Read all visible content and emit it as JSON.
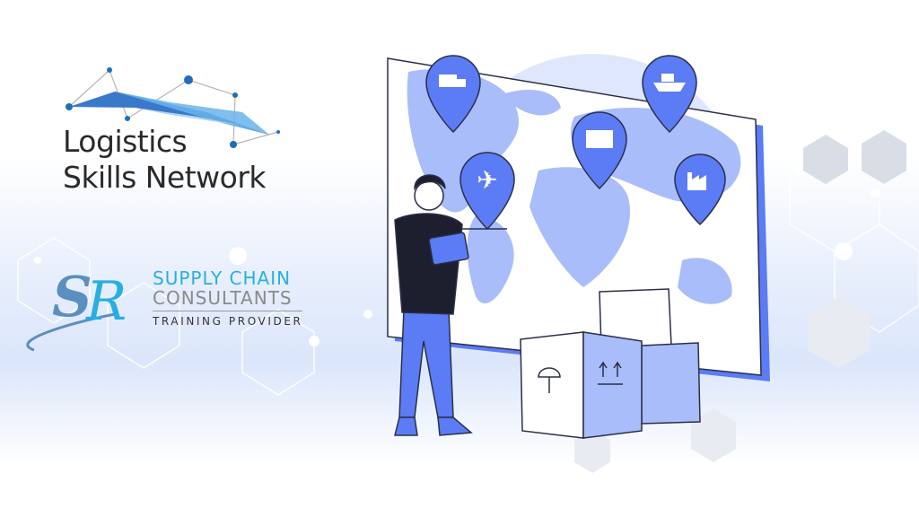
{
  "logo_lsn": {
    "line1": "Logistics",
    "line2": "Skills Network"
  },
  "logo_scc": {
    "monogram": "SR",
    "line1": "SUPPLY CHAIN",
    "line2": "CONSULTANTS",
    "line3": "TRAINING PROVIDER"
  },
  "colors": {
    "primary": "#5b7cf5",
    "light": "#a8bdf9",
    "pale": "#dfe7fd",
    "brand_cyan": "#27aee3"
  },
  "pins": [
    "truck-icon",
    "plane-icon",
    "store-icon",
    "ship-icon",
    "factory-icon"
  ]
}
